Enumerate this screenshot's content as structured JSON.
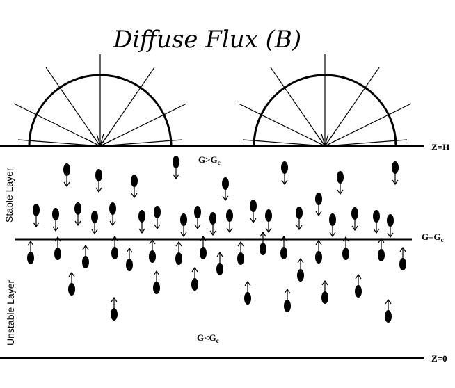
{
  "title": "Diffuse Flux (B)",
  "boundaries": {
    "top": {
      "main": "Z=H",
      "sub": ""
    },
    "critical": {
      "main": "G=G",
      "sub": "c"
    },
    "bottom": {
      "main": "Z=0",
      "sub": ""
    }
  },
  "regions": {
    "upper_condition": {
      "main": "G>G",
      "sub": "c"
    },
    "lower_condition": {
      "main": "G<G",
      "sub": "c"
    },
    "stable_label": "Stable Layer",
    "unstable_label": "Unstable Layer"
  }
}
